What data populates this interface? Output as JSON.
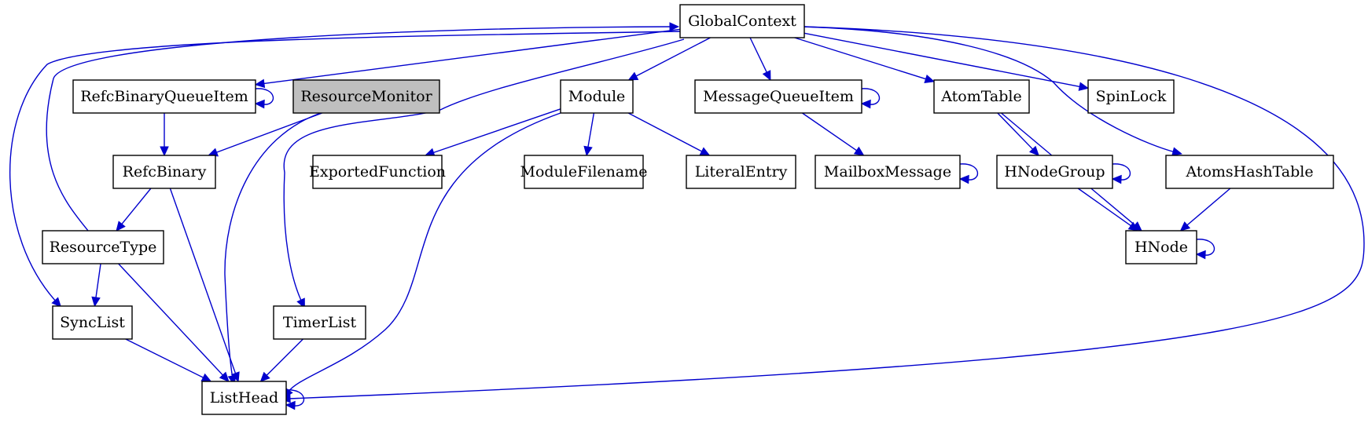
{
  "diagram": {
    "edge_color": "#0000cd",
    "highlight_color": "#bfbfbf",
    "nodes": [
      {
        "id": "GlobalContext",
        "label": "GlobalContext"
      },
      {
        "id": "RefcBinaryQueueItem",
        "label": "RefcBinaryQueueItem"
      },
      {
        "id": "ResourceMonitor",
        "label": "ResourceMonitor",
        "highlight": true
      },
      {
        "id": "Module",
        "label": "Module"
      },
      {
        "id": "MessageQueueItem",
        "label": "MessageQueueItem"
      },
      {
        "id": "AtomTable",
        "label": "AtomTable"
      },
      {
        "id": "SpinLock",
        "label": "SpinLock"
      },
      {
        "id": "RefcBinary",
        "label": "RefcBinary"
      },
      {
        "id": "ExportedFunction",
        "label": "ExportedFunction"
      },
      {
        "id": "ModuleFilename",
        "label": "ModuleFilename"
      },
      {
        "id": "LiteralEntry",
        "label": "LiteralEntry"
      },
      {
        "id": "MailboxMessage",
        "label": "MailboxMessage"
      },
      {
        "id": "HNodeGroup",
        "label": "HNodeGroup"
      },
      {
        "id": "AtomsHashTable",
        "label": "AtomsHashTable"
      },
      {
        "id": "ResourceType",
        "label": "ResourceType"
      },
      {
        "id": "HNode",
        "label": "HNode"
      },
      {
        "id": "SyncList",
        "label": "SyncList"
      },
      {
        "id": "TimerList",
        "label": "TimerList"
      },
      {
        "id": "ListHead",
        "label": "ListHead"
      }
    ],
    "edges": [
      {
        "from": "GlobalContext",
        "to": "RefcBinaryQueueItem"
      },
      {
        "from": "GlobalContext",
        "to": "Module"
      },
      {
        "from": "GlobalContext",
        "to": "MessageQueueItem"
      },
      {
        "from": "GlobalContext",
        "to": "AtomTable"
      },
      {
        "from": "GlobalContext",
        "to": "SpinLock"
      },
      {
        "from": "GlobalContext",
        "to": "AtomsHashTable"
      },
      {
        "from": "GlobalContext",
        "to": "TimerList"
      },
      {
        "from": "GlobalContext",
        "to": "SyncList"
      },
      {
        "from": "GlobalContext",
        "to": "ListHead"
      },
      {
        "from": "ResourceType",
        "to": "GlobalContext"
      },
      {
        "from": "RefcBinaryQueueItem",
        "to": "RefcBinaryQueueItem"
      },
      {
        "from": "RefcBinaryQueueItem",
        "to": "RefcBinary"
      },
      {
        "from": "ResourceMonitor",
        "to": "RefcBinary"
      },
      {
        "from": "ResourceMonitor",
        "to": "ListHead"
      },
      {
        "from": "Module",
        "to": "ExportedFunction"
      },
      {
        "from": "Module",
        "to": "ModuleFilename"
      },
      {
        "from": "Module",
        "to": "LiteralEntry"
      },
      {
        "from": "Module",
        "to": "ListHead"
      },
      {
        "from": "MessageQueueItem",
        "to": "MessageQueueItem"
      },
      {
        "from": "MessageQueueItem",
        "to": "MailboxMessage"
      },
      {
        "from": "MailboxMessage",
        "to": "MailboxMessage"
      },
      {
        "from": "AtomTable",
        "to": "HNodeGroup"
      },
      {
        "from": "AtomTable",
        "to": "HNode"
      },
      {
        "from": "HNodeGroup",
        "to": "HNodeGroup"
      },
      {
        "from": "HNodeGroup",
        "to": "HNode"
      },
      {
        "from": "AtomsHashTable",
        "to": "HNode"
      },
      {
        "from": "HNode",
        "to": "HNode"
      },
      {
        "from": "RefcBinary",
        "to": "ResourceType"
      },
      {
        "from": "RefcBinary",
        "to": "ListHead"
      },
      {
        "from": "ResourceType",
        "to": "SyncList"
      },
      {
        "from": "ResourceType",
        "to": "ListHead"
      },
      {
        "from": "SyncList",
        "to": "ListHead"
      },
      {
        "from": "TimerList",
        "to": "ListHead"
      },
      {
        "from": "ListHead",
        "to": "ListHead"
      }
    ]
  }
}
